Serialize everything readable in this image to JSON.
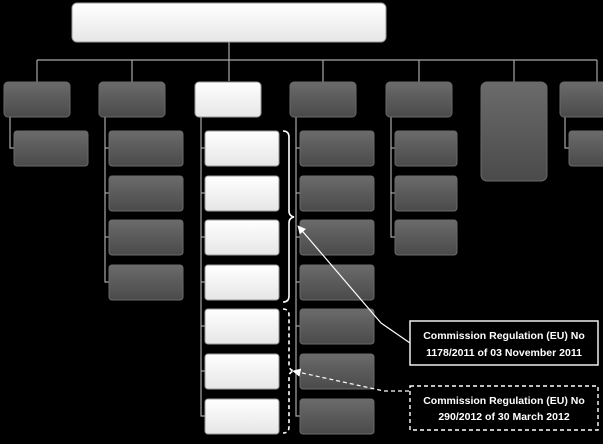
{
  "callouts": [
    {
      "line1": "Commission  Regulation (EU) No",
      "line2": "1178/2011 of 03 November 2011",
      "style": "solid"
    },
    {
      "line1": "Commission  Regulation (EU) No",
      "line2": "290/2012 of 30 March 2012",
      "style": "dashed"
    }
  ],
  "colors": {
    "background": "#000000",
    "box_gray": "#595959",
    "box_white": "#ffffff",
    "line": "#a8a8a8",
    "callout_border": "#ffffff"
  }
}
